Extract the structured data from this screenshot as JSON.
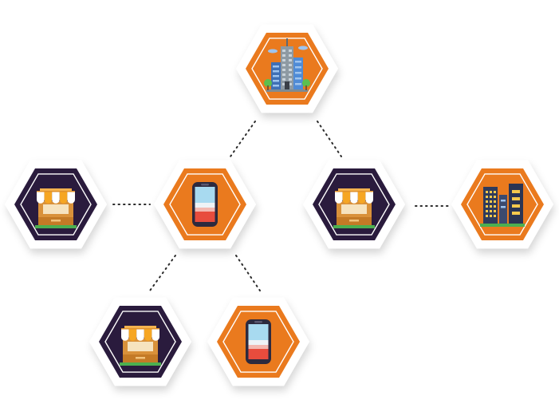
{
  "colors": {
    "orange": "#ea7a1e",
    "navy": "#2a1b3d",
    "hex_white": "#ffffff",
    "hex_shadow": "#d9d9d9"
  },
  "nodes": [
    {
      "id": "hq",
      "theme": "orange",
      "icon": "office-building-icon"
    },
    {
      "id": "store-left",
      "theme": "navy",
      "icon": "storefront-icon"
    },
    {
      "id": "phone-center",
      "theme": "orange",
      "icon": "smartphone-icon"
    },
    {
      "id": "store-right",
      "theme": "navy",
      "icon": "storefront-icon"
    },
    {
      "id": "city-right",
      "theme": "orange",
      "icon": "city-buildings-icon"
    },
    {
      "id": "store-bottom",
      "theme": "navy",
      "icon": "storefront-icon"
    },
    {
      "id": "phone-bottom",
      "theme": "orange",
      "icon": "smartphone-icon"
    }
  ],
  "edges": [
    {
      "from": "hq",
      "to": "phone-center"
    },
    {
      "from": "hq",
      "to": "store-right"
    },
    {
      "from": "store-left",
      "to": "phone-center"
    },
    {
      "from": "store-right",
      "to": "city-right"
    },
    {
      "from": "phone-center",
      "to": "store-bottom"
    },
    {
      "from": "phone-center",
      "to": "phone-bottom"
    }
  ]
}
